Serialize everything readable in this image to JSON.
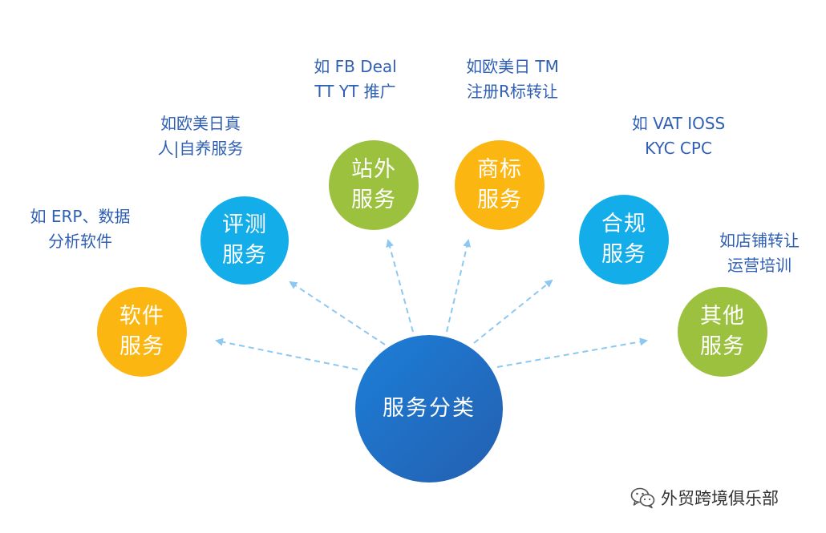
{
  "colors": {
    "yellow": "#fbb611",
    "cyan": "#13aee9",
    "green": "#9cc13e",
    "center_top": "#1c7fd8",
    "center_bottom": "#245fb0",
    "description_text": "#2f5fb5",
    "arrow": "#8dc8f0"
  },
  "center": {
    "label": "服务分类"
  },
  "nodes": [
    {
      "key": "software",
      "line1": "软件",
      "line2": "服务",
      "color": "yellow",
      "desc": [
        "如 ERP、数据",
        "分析软件"
      ]
    },
    {
      "key": "review",
      "line1": "评测",
      "line2": "服务",
      "color": "cyan",
      "desc": [
        "如欧美日真",
        "人|自养服务"
      ]
    },
    {
      "key": "offsite",
      "line1": "站外",
      "line2": "服务",
      "color": "green",
      "desc": [
        "如 FB Deal",
        "TT YT 推广"
      ]
    },
    {
      "key": "trademark",
      "line1": "商标",
      "line2": "服务",
      "color": "yellow",
      "desc": [
        "如欧美日 TM",
        "注册R标转让"
      ]
    },
    {
      "key": "compliance",
      "line1": "合规",
      "line2": "服务",
      "color": "cyan",
      "desc": [
        "如 VAT IOSS",
        "KYC CPC"
      ]
    },
    {
      "key": "other",
      "line1": "其他",
      "line2": "服务",
      "color": "green",
      "desc": [
        "如店铺转让",
        "运营培训"
      ]
    }
  ],
  "watermark": {
    "icon": "wechat-icon",
    "text": "外贸跨境俱乐部"
  }
}
